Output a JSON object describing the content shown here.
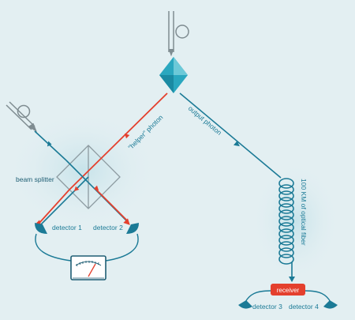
{
  "labels": {
    "beam_splitter": "beam splitter",
    "helper_photon": "\"helper\" photon",
    "output_photon": "output photon",
    "detector_1": "detector 1",
    "detector_2": "detector 2",
    "fiber": "100 KM of optical fiber",
    "receiver": "receiver",
    "detector_3": "detector 3",
    "detector_4": "detector 4"
  },
  "colors": {
    "background": "#e3eff2",
    "glow": "#cde6ec",
    "teal": "#1b7a96",
    "crystal": "#2aa7bf",
    "red": "#e4402e",
    "gray": "#7f8c91",
    "splitter": "#8c9aa0"
  }
}
